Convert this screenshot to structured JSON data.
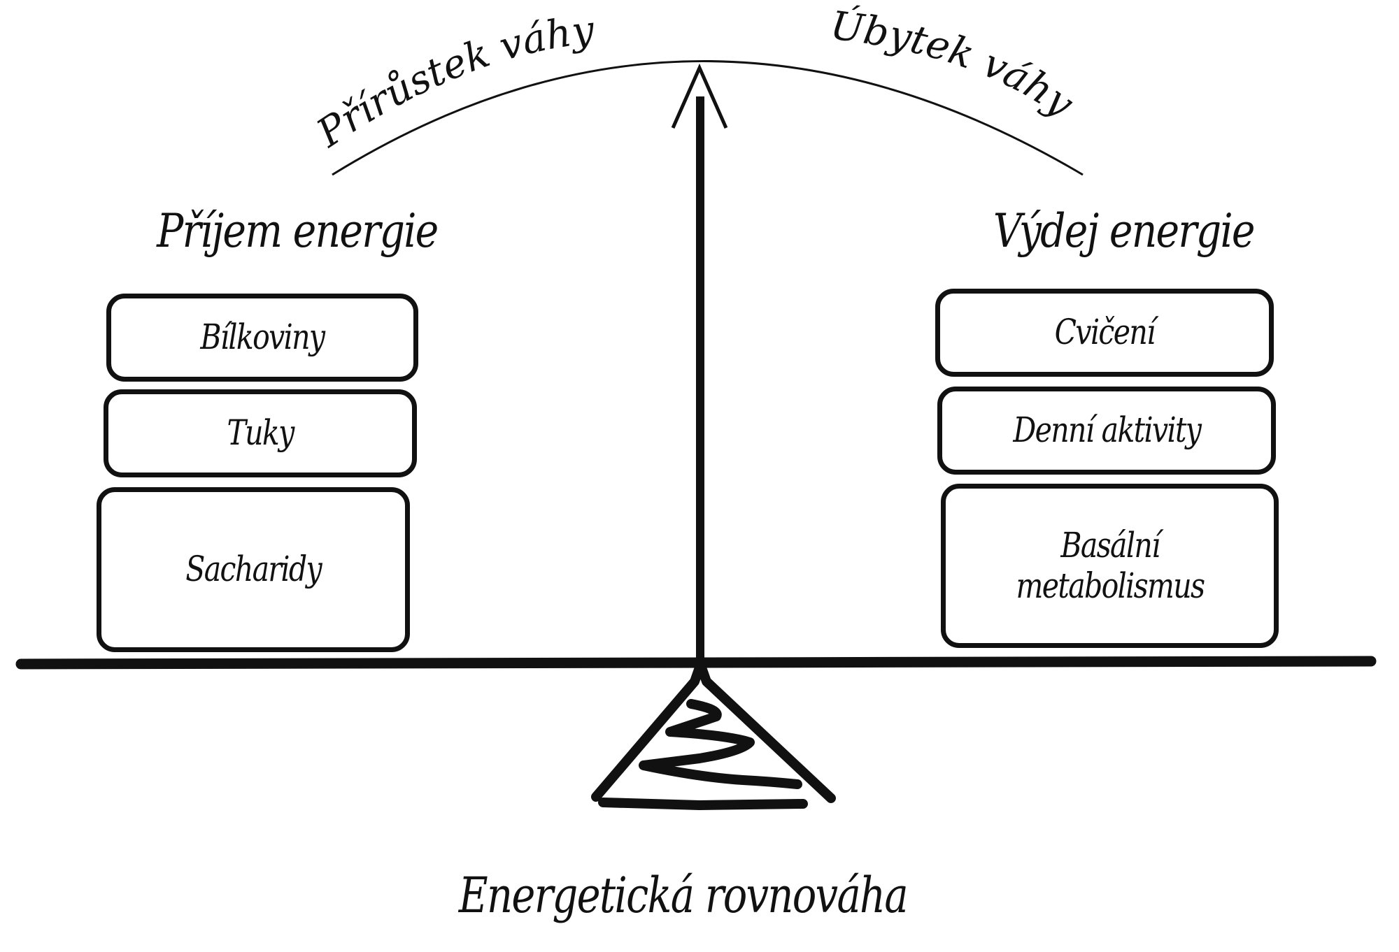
{
  "diagram": {
    "title": "Energetická rovnováha",
    "arc_labels": {
      "left": "Přírůstek váhy",
      "right": "Úbytek váhy"
    },
    "intake": {
      "heading": "Příjem energie",
      "items": [
        "Bílkoviny",
        "Tuky",
        "Sacharidy"
      ]
    },
    "expenditure": {
      "heading": "Výdej energie",
      "items": [
        "Cvičení",
        "Denní aktivity",
        "Basální\nmetabolismus"
      ]
    },
    "colors": {
      "ink": "#111111",
      "background": "#ffffff"
    }
  }
}
